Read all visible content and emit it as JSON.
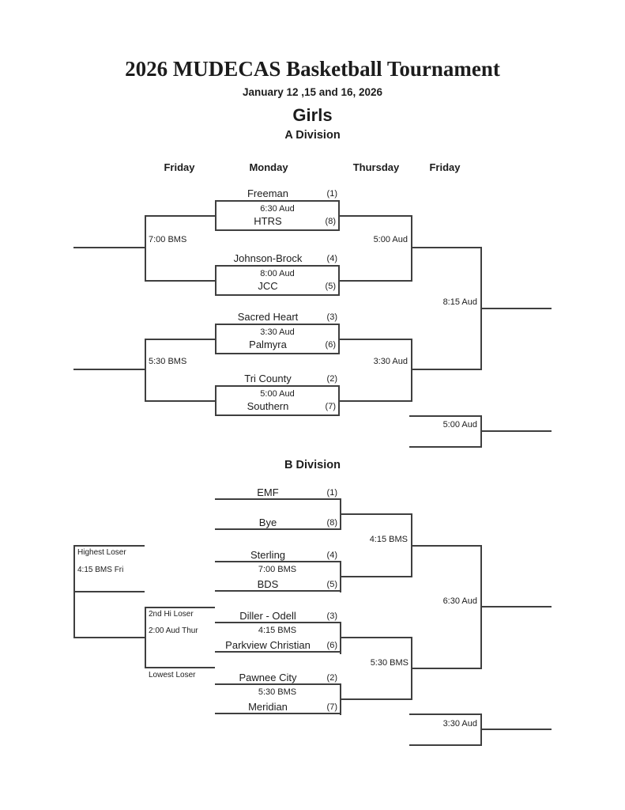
{
  "header": {
    "title": "2026 MUDECAS Basketball Tournament",
    "date": "January 12 ,15 and 16, 2026",
    "gender": "Girls"
  },
  "a_division": {
    "label": "A Division",
    "day_headers": [
      {
        "label": "Friday"
      },
      {
        "label": "Monday"
      },
      {
        "label": "Thursday"
      },
      {
        "label": "Friday"
      }
    ],
    "games": [
      {
        "top": "Freeman",
        "top_seed": "(1)",
        "time": "6:30 Aud",
        "bottom": "HTRS",
        "bottom_seed": "(8)"
      },
      {
        "top": "Johnson-Brock",
        "top_seed": "(4)",
        "time": "8:00 Aud",
        "bottom": "JCC",
        "bottom_seed": "(5)"
      },
      {
        "top": "Sacred Heart",
        "top_seed": "(3)",
        "time": "3:30 Aud",
        "bottom": "Palmyra",
        "bottom_seed": "(6)"
      },
      {
        "top": "Tri County",
        "top_seed": "(2)",
        "time": "5:00 Aud",
        "bottom": "Southern",
        "bottom_seed": "(7)"
      }
    ],
    "consolation_times": [
      "7:00 BMS",
      "5:30 BMS"
    ],
    "semi_times": [
      "5:00 Aud",
      "3:30 Aud"
    ],
    "final_time": "8:15 Aud",
    "third_place_time": "5:00 Aud"
  },
  "b_division": {
    "label": "B Division",
    "games": [
      {
        "top": "EMF",
        "top_seed": "(1)",
        "bottom": "Bye",
        "bottom_seed": "(8)"
      },
      {
        "top": "Sterling",
        "top_seed": "(4)",
        "time": "7:00 BMS",
        "bottom": "BDS",
        "bottom_seed": "(5)"
      },
      {
        "top": "Diller - Odell",
        "top_seed": "(3)",
        "time": "4:15 BMS",
        "bottom": "Parkview Christian",
        "bottom_seed": "(6)"
      },
      {
        "top": "Pawnee City",
        "top_seed": "(2)",
        "time": "5:30 BMS",
        "bottom": "Meridian",
        "bottom_seed": "(7)"
      }
    ],
    "semi_times": [
      "4:15 BMS",
      "5:30 BMS"
    ],
    "final_time": "6:30 Aud",
    "third_place_time": "3:30 Aud",
    "consolation": {
      "top_entrant": "Highest Loser",
      "final_time": "4:15 BMS Fri",
      "mid_entrant": "2nd Hi Loser",
      "semi_time": "2:00 Aud Thur",
      "bottom_entrant": "Lowest Loser"
    }
  }
}
